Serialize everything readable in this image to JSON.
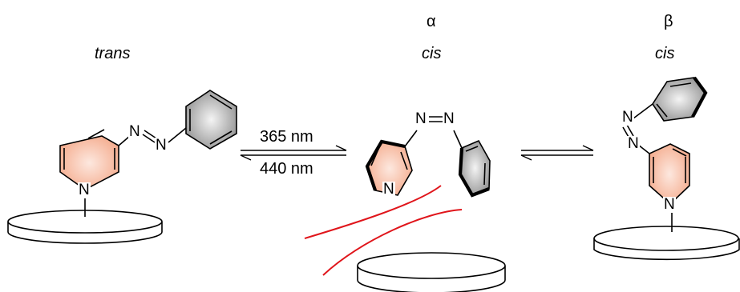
{
  "states": {
    "trans": {
      "label": "trans"
    },
    "alpha_cis": {
      "greek": "α",
      "label": "cis"
    },
    "beta_cis": {
      "greek": "β",
      "label": "cis"
    }
  },
  "arrows": {
    "forward_label": "365 nm",
    "reverse_label": "440 nm"
  },
  "atoms": {
    "nitrogen": "N"
  },
  "colors": {
    "pyridine_fill": "#f4a98a",
    "phenyl_fill": "#8e8e8e",
    "scribble": "#e0151b"
  }
}
